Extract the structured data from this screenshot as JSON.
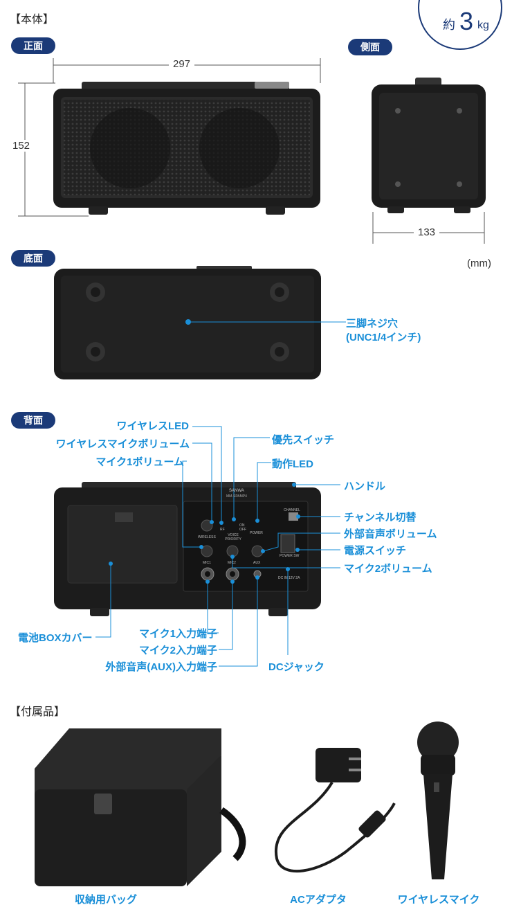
{
  "sections": {
    "main_unit": "【本体】",
    "accessories": "【付属品】"
  },
  "views": {
    "front": "正面",
    "side": "側面",
    "bottom": "底面",
    "back": "背面"
  },
  "weight": {
    "prefix": "約",
    "value": "3",
    "unit": "kg"
  },
  "dimensions": {
    "width": "297",
    "height": "152",
    "depth": "133",
    "unit": "(mm)"
  },
  "bottom_labels": {
    "tripod_hole_1": "三脚ネジ穴",
    "tripod_hole_2": "(UNC1/4インチ)"
  },
  "back_labels": {
    "wireless_led": "ワイヤレスLED",
    "wireless_mic_volume": "ワイヤレスマイクボリューム",
    "mic1_volume": "マイク1ボリューム",
    "priority_switch": "優先スイッチ",
    "power_led": "動作LED",
    "handle": "ハンドル",
    "channel_switch": "チャンネル切替",
    "external_audio_volume": "外部音声ボリューム",
    "power_switch": "電源スイッチ",
    "mic2_volume": "マイク2ボリューム",
    "battery_cover": "電池BOXカバー",
    "mic1_input": "マイク1入力端子",
    "mic2_input": "マイク2入力端子",
    "aux_input": "外部音声(AUX)入力端子",
    "dc_jack": "DCジャック"
  },
  "panel_print": {
    "wireless": "WIRELESS",
    "voice_priority": "VOICE PRIORITY",
    "power": "POWER",
    "on": "ON",
    "off": "OFF",
    "rf": "RF",
    "mic1": "MIC1",
    "mic2": "MIC2",
    "aux": "AUX",
    "channel": "CHANNEL",
    "power_sw": "POWER SW",
    "dc_in": "DC IN 12V 2A",
    "brand": "SANWA",
    "model": "MM-SPAMP4"
  },
  "accessory_items": {
    "bag": "収納用バッグ",
    "adapter": "ACアダプタ",
    "mic": "ワイヤレスマイク"
  },
  "colors": {
    "navy": "#1b3a78",
    "accent_blue": "#1a8fd8",
    "device_black": "#1c1c1c"
  }
}
